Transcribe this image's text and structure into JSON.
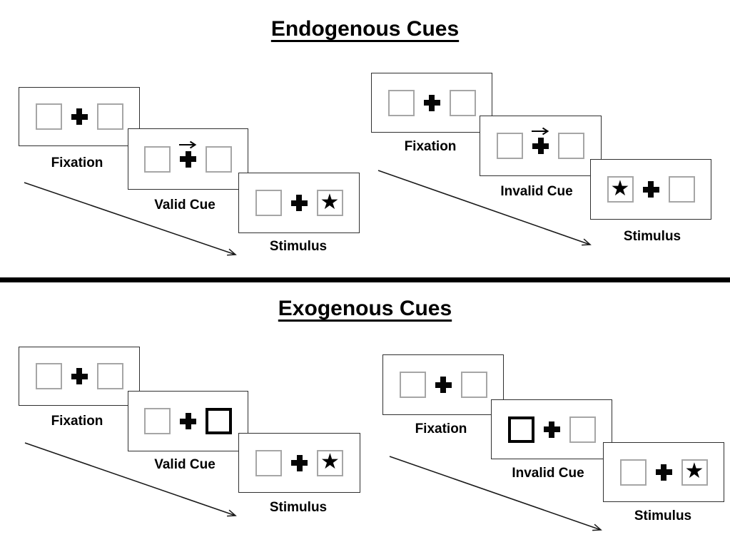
{
  "colors": {
    "ink": "#000000",
    "panel_border": "#2f2f2f",
    "placeholder_border": "#a6a6a6"
  },
  "icons": {
    "star": "★"
  },
  "sections": [
    {
      "title": "Endogenous Cues",
      "sequences": [
        {
          "name": "valid",
          "labels": {
            "fixation": "Fixation",
            "cue": "Valid Cue",
            "stimulus": "Stimulus"
          }
        },
        {
          "name": "invalid",
          "labels": {
            "fixation": "Fixation",
            "cue": "Invalid Cue",
            "stimulus": "Stimulus"
          }
        }
      ]
    },
    {
      "title": "Exogenous Cues",
      "sequences": [
        {
          "name": "valid",
          "labels": {
            "fixation": "Fixation",
            "cue": "Valid Cue",
            "stimulus": "Stimulus"
          }
        },
        {
          "name": "invalid",
          "labels": {
            "fixation": "Fixation",
            "cue": "Invalid Cue",
            "stimulus": "Stimulus"
          }
        }
      ]
    }
  ]
}
